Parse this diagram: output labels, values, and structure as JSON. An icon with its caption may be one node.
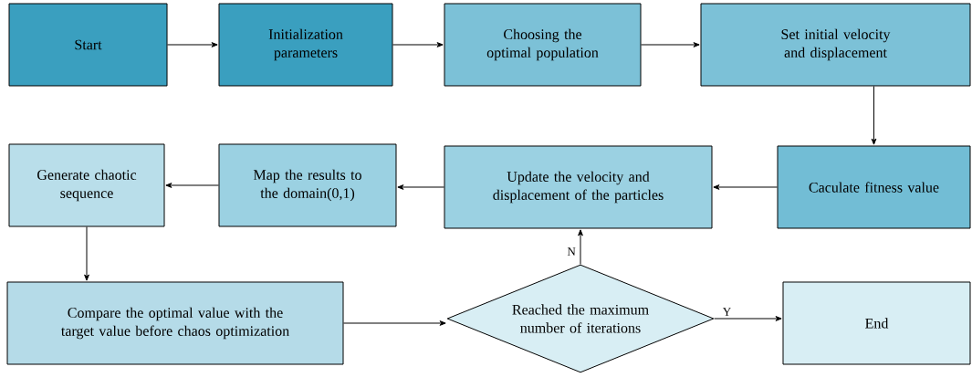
{
  "diagram": {
    "nodes": [
      {
        "text": [
          "Start"
        ]
      },
      {
        "text": [
          "Initialization parameters"
        ]
      },
      {
        "text": [
          "Choosing the optimal population"
        ]
      },
      {
        "text": [
          "Set initial velocity and displacement"
        ]
      },
      {
        "text": [
          "Caculate fitness value"
        ]
      },
      {
        "text": [
          "Update the velocity and displacement of the particles"
        ]
      },
      {
        "text": [
          "Map the results to the domain(0,1)"
        ]
      },
      {
        "text": [
          "Generate chaotic sequence"
        ]
      },
      {
        "text": [
          "Compare the optimal value with the target value before chaos optimization"
        ]
      },
      {
        "text": [
          "Reached the maximum number of iterations"
        ]
      },
      {
        "text": [
          "End"
        ]
      }
    ],
    "edges": [
      {
        "from": 0,
        "to": 1,
        "arrow": "to"
      },
      {
        "from": 1,
        "to": 2,
        "arrow": "to"
      },
      {
        "from": 2,
        "to": 3,
        "arrow": "to"
      },
      {
        "from": 3,
        "to": 4,
        "arrow": "to"
      },
      {
        "from": 4,
        "to": 5,
        "arrow": "to"
      },
      {
        "from": 5,
        "to": 6,
        "arrow": "to"
      },
      {
        "from": 6,
        "to": 7,
        "arrow": "to"
      },
      {
        "from": 7,
        "to": 8,
        "arrow": "to"
      },
      {
        "from": 8,
        "to": 9,
        "arrow": "to"
      },
      {
        "from": 9,
        "to": 5,
        "arrow": "to",
        "label": "N"
      },
      {
        "from": 9,
        "to": 10,
        "arrow": "to",
        "label": "Y"
      }
    ]
  }
}
